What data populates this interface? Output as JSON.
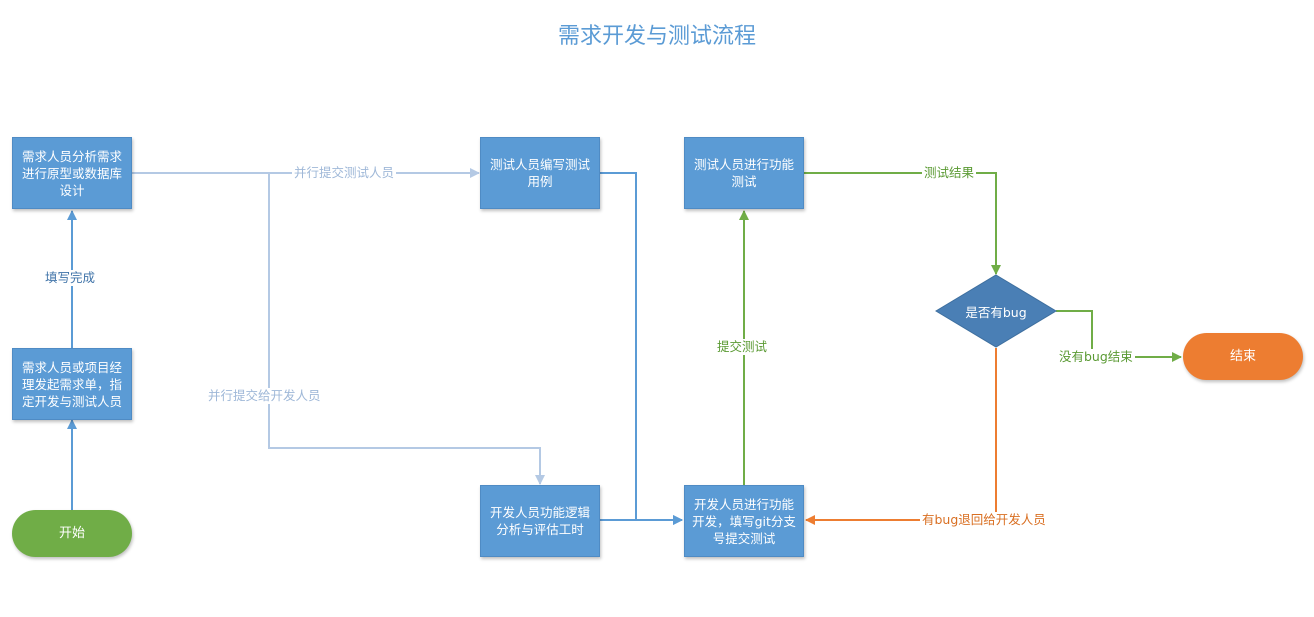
{
  "title": "需求开发与测试流程",
  "nodes": {
    "start": "开始",
    "end": "结束",
    "pm_create": "需求人员或项目经理发起需求单，指定开发与测试人员",
    "req_analysis": "需求人员分析需求进行原型或数据库设计",
    "test_case": "测试人员编写测试用例",
    "dev_analysis": "开发人员功能逻辑分析与评估工时",
    "dev_impl": "开发人员进行功能开发，填写git分支号提交测试",
    "test_exec": "测试人员进行功能测试",
    "decision": "是否有bug"
  },
  "edges": {
    "fill_done": "填写完成",
    "parallel_test": "并行提交测试人员",
    "parallel_dev": "并行提交给开发人员",
    "submit_test": "提交测试",
    "test_result": "测试结果",
    "no_bug": "没有bug结束",
    "has_bug": "有bug退回给开发人员"
  },
  "colors": {
    "box": "#5b9bd5",
    "start": "#70ad47",
    "end": "#ed7d31",
    "decision": "#4a7fb5",
    "line_blue": "#5b9bd5",
    "line_light": "#b4c9e4",
    "line_green": "#70ad47",
    "line_orange": "#ed7d31"
  }
}
